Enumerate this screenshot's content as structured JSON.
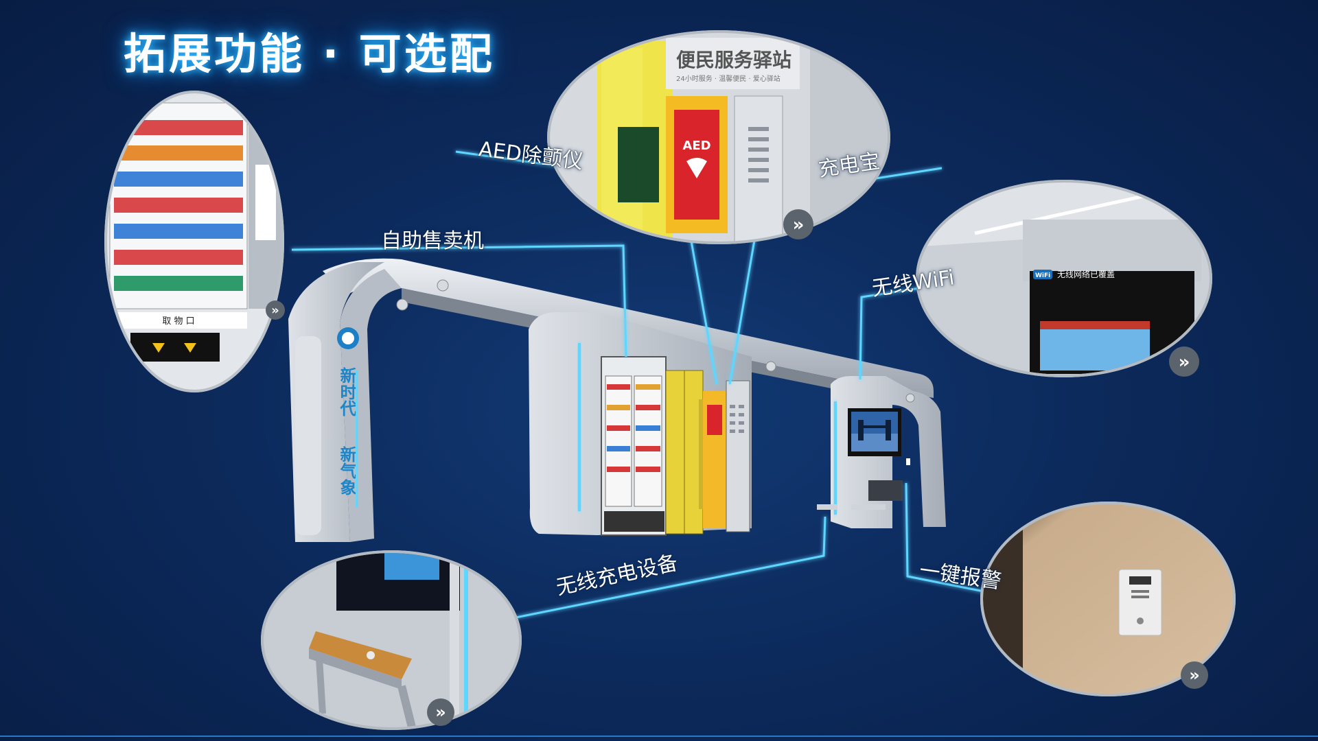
{
  "page": {
    "title": "拓展功能 · 可选配"
  },
  "features": {
    "vending": {
      "label": "自助售卖机",
      "icon": "vending-machine-icon"
    },
    "aed": {
      "label": "AED除颤仪",
      "icon": "aed-icon"
    },
    "powerbank": {
      "label": "充电宝",
      "icon": "power-bank-icon"
    },
    "wifi": {
      "label": "无线WiFi",
      "icon": "wifi-icon"
    },
    "wireless_charging": {
      "label": "无线充电设备",
      "icon": "wireless-charger-icon"
    },
    "alarm": {
      "label": "一键报警",
      "icon": "alarm-button-icon"
    }
  },
  "artwork": {
    "station_sign": "便民服务驿站",
    "station_sign_subtitle": "24小时服务 · 温馨便民 · 爱心驿站",
    "aed_box_text": "AED",
    "pickup_label": "取 物 口",
    "wifi_sign": "无线网络已覆盖",
    "wifi_badge": "WiFi",
    "pillar_text_1": "新时代",
    "pillar_text_2": "新气象",
    "more_glyph": "»"
  },
  "colors": {
    "background": "#0c2a5c",
    "glow_line": "#5fd6ff",
    "title_glow": "#2fb8ff",
    "structure": "#c9ced6",
    "aed_red": "#d8242a",
    "locker_yellow": "#e8d23a"
  }
}
